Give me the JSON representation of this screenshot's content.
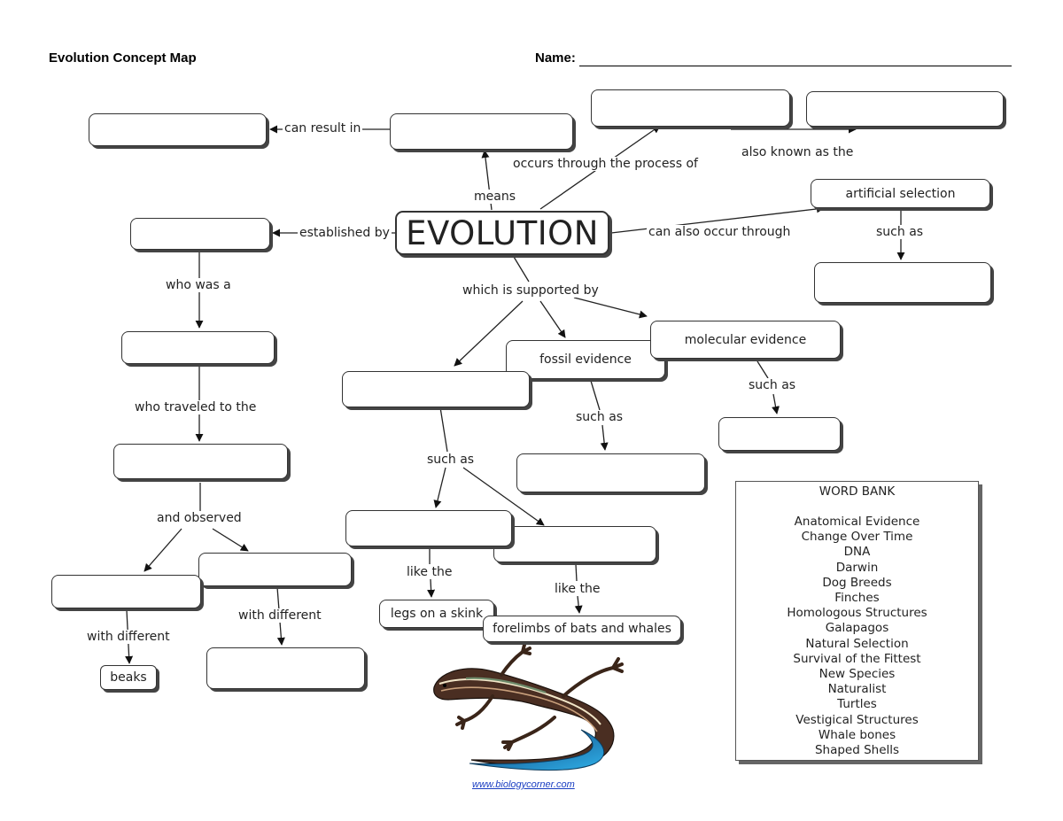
{
  "header": {
    "title": "Evolution Concept Map",
    "name_label": "Name:"
  },
  "center": {
    "label": "EVOLUTION"
  },
  "nodes": {
    "artificial_selection": "artificial selection",
    "fossil_evidence": "fossil evidence",
    "molecular_evidence": "molecular evidence",
    "legs_on_a_skink": "legs on a skink",
    "forelimbs": "forelimbs of bats and whales",
    "beaks": "beaks",
    "blank": ""
  },
  "links": {
    "can_result_in": "can result in",
    "occurs_through": "occurs through the process of",
    "also_known_as": "also known as the",
    "means": "means",
    "established_by": "established by",
    "can_also_occur": "can also occur through",
    "such_as": "such as",
    "who_was_a": "who was a",
    "which_is_supported_by": "which is supported by",
    "who_traveled_to_the": "who traveled to the",
    "and_observed": "and observed",
    "like_the": "like the",
    "with_different": "with different"
  },
  "word_bank": {
    "title": "WORD BANK",
    "items": [
      "Anatomical Evidence",
      "Change Over Time",
      "DNA",
      "Darwin",
      "Dog Breeds",
      "Finches",
      "Homologous Structures",
      "Galapagos",
      "Natural Selection",
      "Survival of the Fittest",
      "New Species",
      "Naturalist",
      "Turtles",
      "Vestigical Structures",
      "Whale bones",
      "Shaped Shells"
    ]
  },
  "footer": {
    "url": "www.biologycorner.com"
  },
  "illustration": {
    "icon": "skink-lizard-icon"
  }
}
